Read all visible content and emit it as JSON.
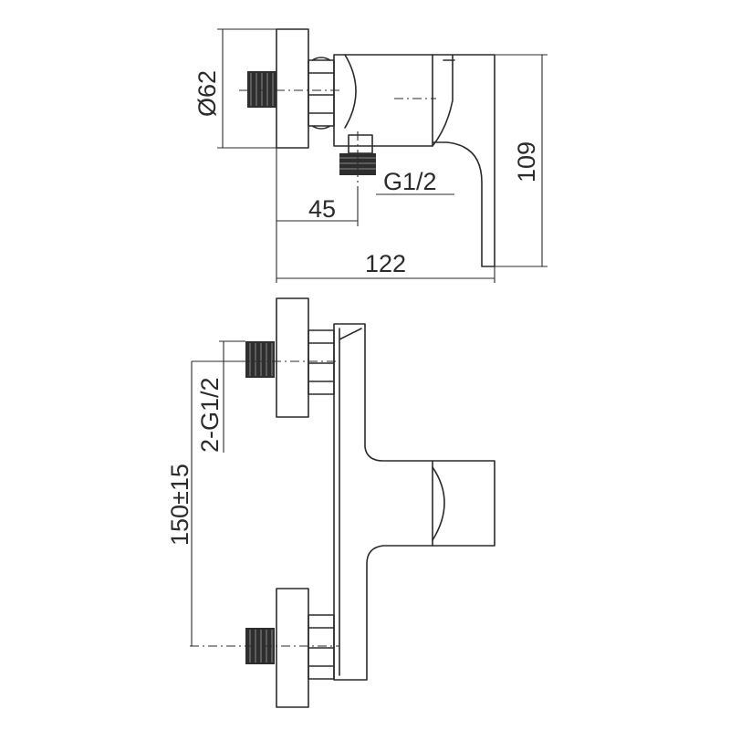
{
  "dimensions": {
    "diameter": "Ø62",
    "height": "109",
    "thread_side": "G1/2",
    "outlet_offset": "45",
    "overall_depth": "122",
    "inlet_thread": "2-G1/2",
    "inlet_spacing": "150±15"
  }
}
